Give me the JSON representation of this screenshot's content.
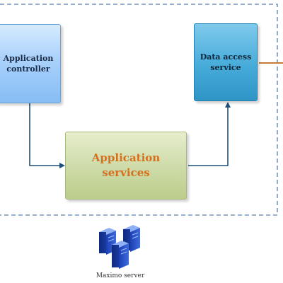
{
  "diagram": {
    "nodes": {
      "application_controller": {
        "label": "Application\ncontroller"
      },
      "application_services": {
        "label": "Application\nservices"
      },
      "data_access_service": {
        "label": "Data access\nservice"
      }
    },
    "server": {
      "label": "Maximo server",
      "icon": "server-cluster-icon"
    },
    "edges": [
      {
        "from": "application_controller",
        "to": "application_services"
      },
      {
        "from": "application_services",
        "to": "data_access_service"
      },
      {
        "from": "data_access_service",
        "to": "external"
      }
    ],
    "colors": {
      "boundary": "#5a7faf",
      "connector": "#1f4e79",
      "external_connector": "#c77a3a",
      "services_text": "#d4701f"
    }
  }
}
